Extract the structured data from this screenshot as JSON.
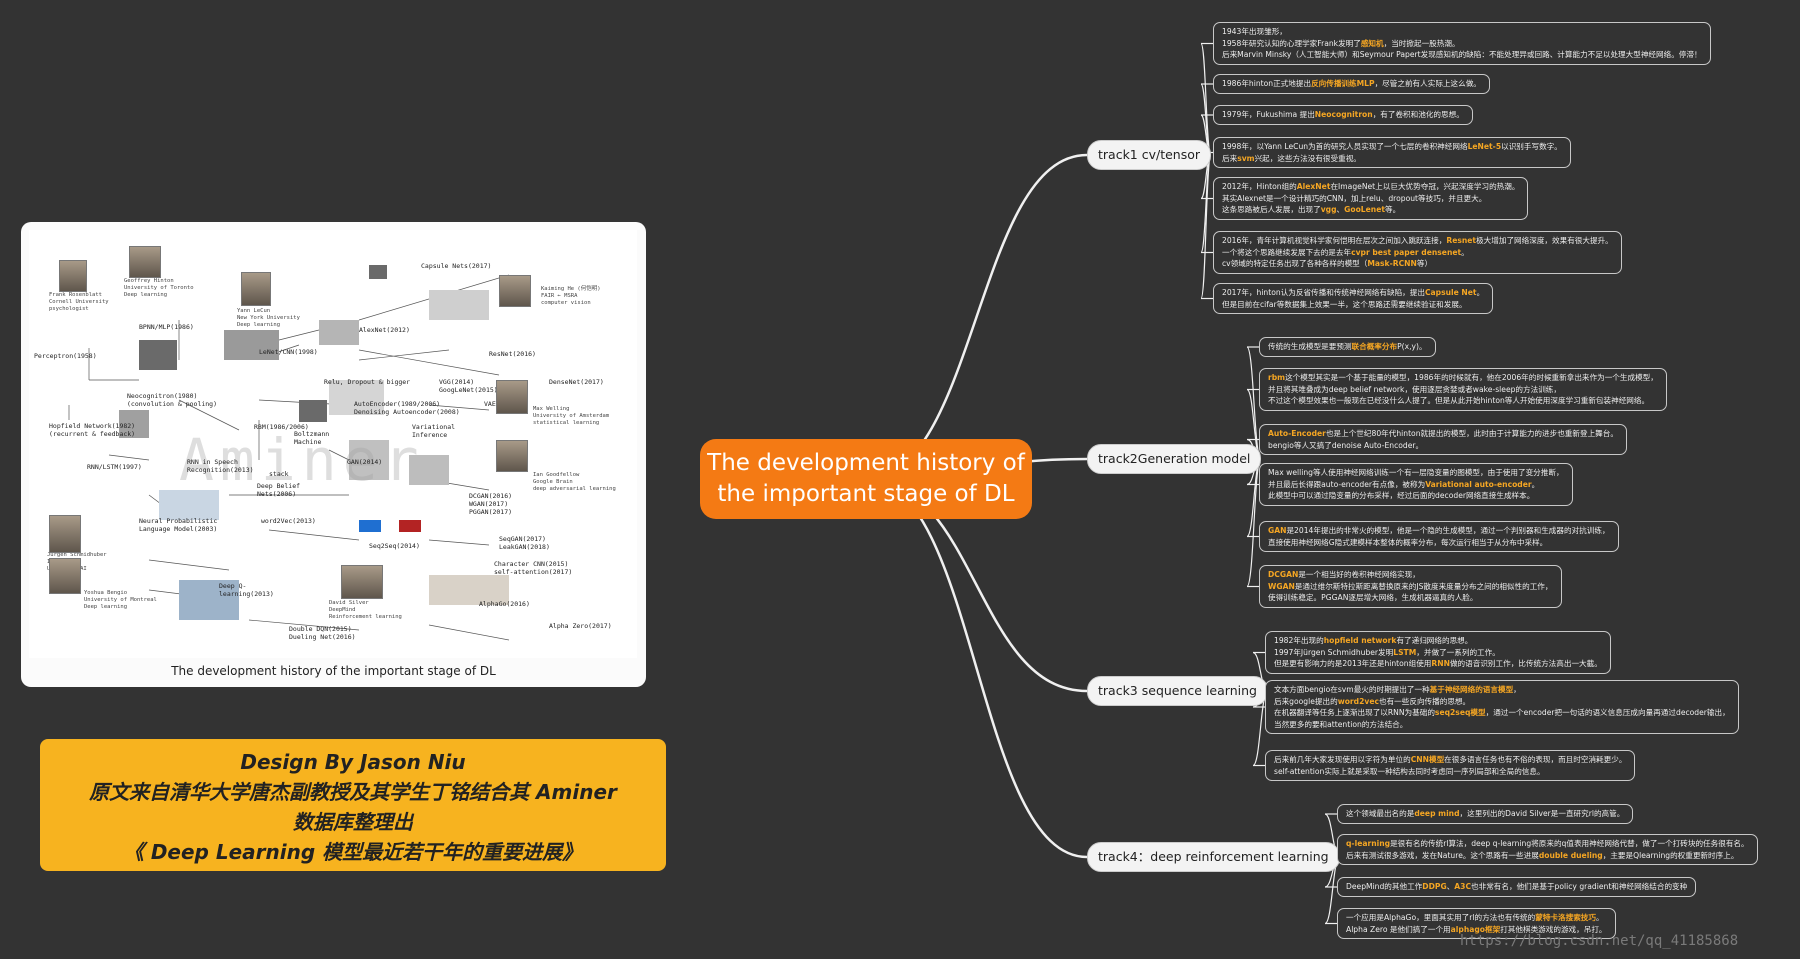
{
  "central_title": [
    "The development history of",
    "the important stage of DL"
  ],
  "figure": {
    "caption": "The development history of the important stage of DL",
    "watermark": "Aminer",
    "nodes": [
      {
        "id": "capsule",
        "text": "Capsule Nets(2017)"
      },
      {
        "id": "bpnn",
        "text": "BPNN/MLP(1986)"
      },
      {
        "id": "perceptron",
        "text": "Perceptron(1958)"
      },
      {
        "id": "neocog",
        "text": "Neocognitron(1980)\n(convolution & pooling)"
      },
      {
        "id": "lenet",
        "text": "LeNet/CNN(1998)"
      },
      {
        "id": "alexnet",
        "text": "AlexNet(2012)"
      },
      {
        "id": "resnet",
        "text": "ResNet(2016)"
      },
      {
        "id": "relu",
        "text": "Relu, Dropout & bigger"
      },
      {
        "id": "vgg",
        "text": "VGG(2014)\nGoogLeNet(2015)"
      },
      {
        "id": "densenet",
        "text": "DenseNet(2017)"
      },
      {
        "id": "hopfield",
        "text": "Hopfield Network(1982)\n(recurrent & feedback)"
      },
      {
        "id": "rbm",
        "text": "RBM(1986/2006)"
      },
      {
        "id": "ae",
        "text": "AutoEncoder(1989/2006)\nDenoising Autoencoder(2008)"
      },
      {
        "id": "vae",
        "text": "VAE(2013)"
      },
      {
        "id": "vi",
        "text": "Variational\nInference"
      },
      {
        "id": "bm",
        "text": "Boltzmann\nMachine"
      },
      {
        "id": "stack",
        "text": "stack"
      },
      {
        "id": "dbn",
        "text": "Deep Belief\nNets(2006)"
      },
      {
        "id": "lstm",
        "text": "RNN/LSTM(1997)"
      },
      {
        "id": "rnnsr",
        "text": "RNN in Speech\nRecognition(2013)"
      },
      {
        "id": "gan",
        "text": "GAN(2014)"
      },
      {
        "id": "dcgan",
        "text": "DCGAN(2016)\nWGAN(2017)\nPGGAN(2017)"
      },
      {
        "id": "nplm",
        "text": "Neural Probabilistic\nLanguage Model(2003)"
      },
      {
        "id": "w2v",
        "text": "word2Vec(2013)"
      },
      {
        "id": "seq2seq",
        "text": "Seq2Seq(2014)"
      },
      {
        "id": "seqgan",
        "text": "SeqGAN(2017)\nLeakGAN(2018)"
      },
      {
        "id": "charcnn",
        "text": "Character CNN(2015)\nself-attention(2017)"
      },
      {
        "id": "dql",
        "text": "Deep Q-\nlearning(2013)"
      },
      {
        "id": "ddqn",
        "text": "Double DQN(2015)\nDueling Net(2016)"
      },
      {
        "id": "alphago",
        "text": "AlphaGo(2016)"
      },
      {
        "id": "alphazero",
        "text": "Alpha Zero(2017)"
      }
    ],
    "people": [
      {
        "id": "rosenblatt",
        "text": "Frank Rosenblatt\nCornell University\npsychologist"
      },
      {
        "id": "hinton",
        "text": "Geoffrey Hinton\nUniversity of Toronto\nDeep learning"
      },
      {
        "id": "lecun",
        "text": "Yann LeCun\nNew York University\nDeep learning"
      },
      {
        "id": "he",
        "text": "Kaiming He (何恺明)\nFAIR ← MSRA\ncomputer vision"
      },
      {
        "id": "welling",
        "text": "Max Welling\nUniversity of Amsterdam\nstatistical learning"
      },
      {
        "id": "goodfellow",
        "text": "Ian Goodfellow\nGoogle Brain\ndeep adversarial learning"
      },
      {
        "id": "schmidhuber",
        "text": "Jürgen Schmidhuber\nIDSIA\nUniversal AI"
      },
      {
        "id": "bengio",
        "text": "Yoshua Bengio\nUniversity of Montreal\nDeep learning"
      },
      {
        "id": "silver",
        "text": "David Silver\nDeepMind\nReinforcement learning"
      }
    ]
  },
  "credits": [
    "Design By Jason Niu",
    "原文来自清华大学唐杰副教授及其学生丁铭结合其 Aminer",
    "数据库整理出",
    "《 Deep Learning 模型最近若干年的重要进展》"
  ],
  "tracks": [
    {
      "label": "track1 cv/tensor",
      "leaves": [
        [
          [
            {
              "t": "1943年出现雏形，"
            }
          ],
          [
            {
              "t": "1958年研究认知的心理学家Frank发明了"
            },
            {
              "t": "感知机",
              "h": true
            },
            {
              "t": "，当时掀起一股热潮。"
            }
          ],
          [
            {
              "t": "后来Marvin Minsky（人工智能大师）和Seymour Papert发现感知机的缺陷：不能处理异或回路、计算能力不足以处理大型神经网络。停滞！"
            }
          ]
        ],
        [
          [
            {
              "t": "1986年hinton正式地提出"
            },
            {
              "t": "反向传播训练MLP",
              "h": true
            },
            {
              "t": "，尽管之前有人实际上这么做。"
            }
          ]
        ],
        [
          [
            {
              "t": "1979年，Fukushima 提出"
            },
            {
              "t": "Neocognitron",
              "h": true
            },
            {
              "t": "，有了卷积和池化的思想。"
            }
          ]
        ],
        [
          [
            {
              "t": "1998年，以Yann LeCun为首的研究人员实现了一个七层的卷积神经网络"
            },
            {
              "t": "LeNet-5",
              "h": true
            },
            {
              "t": "以识别手写数字。"
            }
          ],
          [
            {
              "t": "后来"
            },
            {
              "t": "svm",
              "h": true
            },
            {
              "t": "兴起，这些方法没有很受重视。"
            }
          ]
        ],
        [
          [
            {
              "t": "2012年，Hinton组的"
            },
            {
              "t": "AlexNet",
              "h": true
            },
            {
              "t": "在ImageNet上以巨大优势夺冠，兴起深度学习的热潮。"
            }
          ],
          [
            {
              "t": "其实Alexnet是一个设计精巧的CNN，加上relu、dropout等技巧，并且更大。"
            }
          ],
          [
            {
              "t": "这条思路被后人发展，出现了"
            },
            {
              "t": "vgg",
              "h": true
            },
            {
              "t": "、"
            },
            {
              "t": "GooLenet",
              "h": true
            },
            {
              "t": "等。"
            }
          ]
        ],
        [
          [
            {
              "t": "2016年，青年计算机视觉科学家何恺明在层次之间加入跳跃连接，"
            },
            {
              "t": "Resnet",
              "h": true
            },
            {
              "t": "极大增加了网络深度，效果有很大提升。"
            }
          ],
          [
            {
              "t": "一个将这个思路继续发展下去的是去年"
            },
            {
              "t": "cvpr best paper densenet",
              "h": true
            },
            {
              "t": "。"
            }
          ],
          [
            {
              "t": "cv领域的特定任务出现了各种各样的模型（"
            },
            {
              "t": "Mask-RCNN",
              "h": true
            },
            {
              "t": "等）"
            }
          ]
        ],
        [
          [
            {
              "t": "2017年，hinton认为反省传播和传统神经网络有缺陷，提出"
            },
            {
              "t": "Capsule Net",
              "h": true
            },
            {
              "t": "。"
            }
          ],
          [
            {
              "t": "但是目前在cifar等数据集上效果一半，这个思路还需要继续验证和发展。"
            }
          ]
        ]
      ]
    },
    {
      "label": "track2Generation model",
      "leaves": [
        [
          [
            {
              "t": "传统的生成模型是要预测"
            },
            {
              "t": "联合概率分布",
              "h": true
            },
            {
              "t": "P(x,y)。"
            }
          ]
        ],
        [
          [
            {
              "t": "rbm",
              "h": true
            },
            {
              "t": "这个模型其实是一个基于能量的模型，1986年的时候就有，他在2006年的时候重新拿出来作为一个生成模型，"
            }
          ],
          [
            {
              "t": "并且将其堆叠成为deep belief network，使用逐层贪婪或者wake-sleep的方法训练，"
            }
          ],
          [
            {
              "t": "不过这个模型效果也一般现在已经没什么人提了。但是从此开始hinton等人开始使用深度学习重新包装神经网络。"
            }
          ]
        ],
        [
          [
            {
              "t": "Auto-Encoder",
              "h": true
            },
            {
              "t": "也是上个世纪80年代hinton就提出的模型，此时由于计算能力的进步也重新登上舞台。"
            }
          ],
          [
            {
              "t": "bengio等人又搞了denoise Auto-Encoder。"
            }
          ]
        ],
        [
          [
            {
              "t": "Max welling等人使用神经网络训练一个有一层隐变量的图模型，由于使用了变分推断，"
            }
          ],
          [
            {
              "t": "并且最后长得跟auto-encoder有点像，被称为"
            },
            {
              "t": "Variational auto-encoder",
              "h": true
            },
            {
              "t": "。"
            }
          ],
          [
            {
              "t": "此模型中可以通过隐变量的分布采样，经过后面的decoder网络直接生成样本。"
            }
          ]
        ],
        [
          [
            {
              "t": "GAN",
              "h": true
            },
            {
              "t": "是2014年提出的非常火的模型，他是一个隐的生成模型，通过一个判别器和生成器的对抗训练，"
            }
          ],
          [
            {
              "t": "直接使用神经网络G隐式建模样本整体的概率分布，每次运行相当于从分布中采样。"
            }
          ]
        ],
        [
          [
            {
              "t": "DCGAN",
              "h": true
            },
            {
              "t": "是一个相当好的卷积神经网络实现，"
            }
          ],
          [
            {
              "t": "WGAN",
              "h": true
            },
            {
              "t": "是通过维尔斯特拉斯距离替换原来的JS散度来度量分布之间的相似性的工作，"
            }
          ],
          [
            {
              "t": "使得训练稳定。PGGAN逐层增大网络，生成机器逼真的人脸。"
            }
          ]
        ]
      ]
    },
    {
      "label": "track3 sequence learning",
      "leaves": [
        [
          [
            {
              "t": "1982年出现的"
            },
            {
              "t": "hopfield network",
              "h": true
            },
            {
              "t": "有了递归网络的思想。"
            }
          ],
          [
            {
              "t": "1997年Jürgen Schmidhuber发明"
            },
            {
              "t": "LSTM",
              "h": true
            },
            {
              "t": "，并做了一系列的工作。"
            }
          ],
          [
            {
              "t": "但是更有影响力的是2013年还是hinton组使用"
            },
            {
              "t": "RNN",
              "h": true
            },
            {
              "t": "做的语音识别工作，比传统方法高出一大截。"
            }
          ]
        ],
        [
          [
            {
              "t": "文本方面bengio在svm最火的时期提出了一种"
            },
            {
              "t": "基于神经网络的语言模型",
              "h": true
            },
            {
              "t": "，"
            }
          ],
          [
            {
              "t": "后来google提出的"
            },
            {
              "t": "word2vec",
              "h": true
            },
            {
              "t": "也有一些反向传播的思想。"
            }
          ],
          [
            {
              "t": "在机器翻译等任务上逐渐出现了以RNN为基础的"
            },
            {
              "t": "seq2seq模型",
              "h": true
            },
            {
              "t": "，通过一个encoder把一句话的语义信息压成向量再通过decoder输出，"
            }
          ],
          [
            {
              "t": "当然更多的要和attention的方法结合。"
            }
          ]
        ],
        [
          [
            {
              "t": "后来前几年大家发现使用以字符为单位的"
            },
            {
              "t": "CNN模型",
              "h": true
            },
            {
              "t": "在很多语言任务也有不俗的表现，而且时空消耗更少。"
            }
          ],
          [
            {
              "t": "self-attention实际上就是采取一种结构去同时考虑同一序列局部和全局的信息。"
            }
          ]
        ]
      ]
    },
    {
      "label": "track4：deep reinforcement learning",
      "leaves": [
        [
          [
            {
              "t": "这个领域最出名的是"
            },
            {
              "t": "deep mind",
              "h": true
            },
            {
              "t": "，这里列出的David Silver是一直研究rl的高管。"
            }
          ]
        ],
        [
          [
            {
              "t": "q-learning",
              "h": true
            },
            {
              "t": "是很有名的传统rl算法，deep q-learning将原来的q值表用神经网络代替，做了一个打砖块的任务很有名。"
            }
          ],
          [
            {
              "t": "后来有测试很多游戏，发在Nature。这个思路有一些进展"
            },
            {
              "t": "double dueling",
              "h": true
            },
            {
              "t": "，主要是Qlearning的权重更新时序上。"
            }
          ]
        ],
        [
          [
            {
              "t": "DeepMind的其他工作"
            },
            {
              "t": "DDPG",
              "h": true
            },
            {
              "t": "、"
            },
            {
              "t": "A3C",
              "h": true
            },
            {
              "t": "也非常有名，他们是基于policy gradient和神经网络结合的变种"
            }
          ]
        ],
        [
          [
            {
              "t": "一个应用是AlphaGo，里面其实用了rl的方法也有传统的"
            },
            {
              "t": "蒙特卡洛搜索技巧",
              "h": true
            },
            {
              "t": "。"
            }
          ],
          [
            {
              "t": "Alpha Zero 是他们搞了一个用"
            },
            {
              "t": "alphago框架",
              "h": true
            },
            {
              "t": "打其他棋类游戏的游戏，吊打。"
            }
          ]
        ]
      ]
    }
  ],
  "footer": "https://blog.csdn.net/qq_41185868"
}
